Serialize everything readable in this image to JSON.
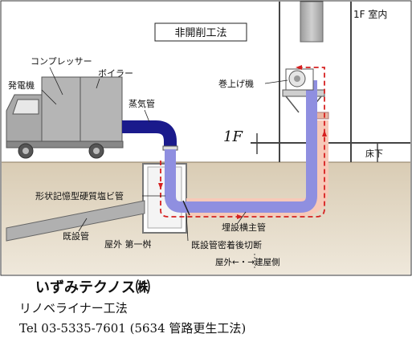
{
  "diagram": {
    "title": "非開削工法",
    "indoor_label": "1F 室内",
    "floor_label": "1F",
    "underfloor_label": "床下",
    "labels": {
      "compressor": "コンプレッサー",
      "generator": "発電機",
      "boiler": "ボイラー",
      "steam_pipe": "蒸気管",
      "winch": "巻上げ機",
      "shape_memory_pipe": "形状記憶型硬質塩ビ管",
      "existing_pipe": "既設管",
      "outdoor_manhole": "屋外 第一桝",
      "buried_main": "埋設横主管",
      "cut_after_bond": "既設管密着後切断",
      "direction": "屋外←・→建屋側"
    },
    "colors": {
      "steam_pipe": "#1a1a8c",
      "liner": "#8f8fe0",
      "existing_pipe_pink": "#f7c9b8",
      "flow_arrow": "#d62020",
      "ground": "#d8cbb3",
      "truck": "#a9a9a9"
    }
  },
  "footer": {
    "company": "いずみテクノス㈱",
    "method": "リノベライナー工法",
    "tel": "Tel 03-5335-7601 (5634 管路更生工法)"
  }
}
